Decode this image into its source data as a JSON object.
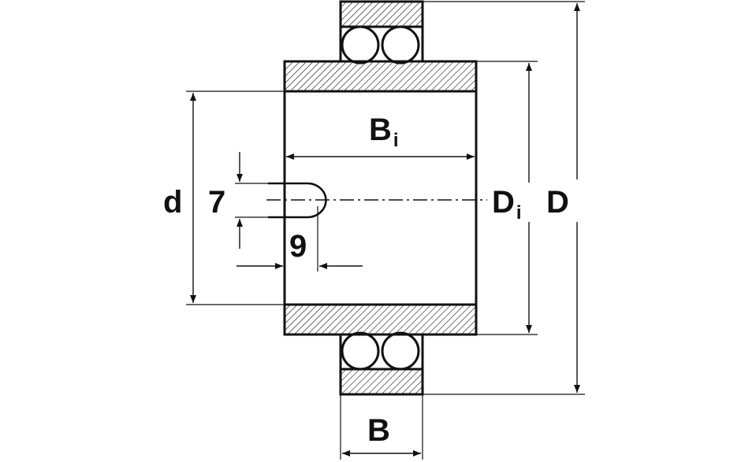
{
  "diagram": {
    "labels": {
      "d": "d",
      "seven": "7",
      "nine": "9",
      "b_main": "B",
      "b_sub": "i",
      "di_main": "D",
      "di_sub": "i",
      "D": "D",
      "B": "B"
    },
    "colors": {
      "line": "#111111",
      "hatch": "#111111",
      "background": "#ffffff"
    }
  }
}
